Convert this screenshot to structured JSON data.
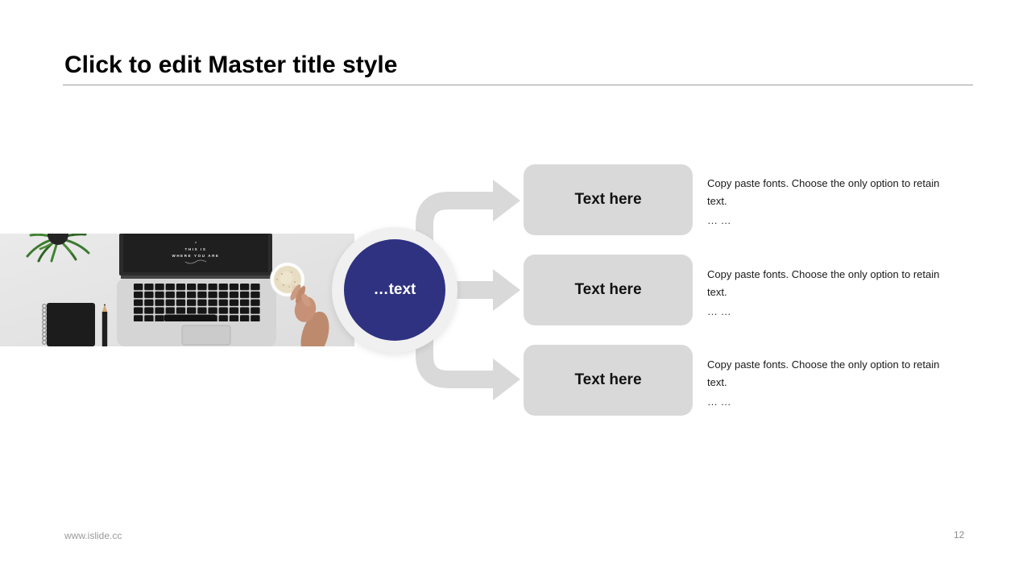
{
  "slide": {
    "title": "Click to edit Master title style",
    "footer_url": "www.islide.cc",
    "page_number": "12",
    "background": "#ffffff"
  },
  "colors": {
    "accent_blue": "#2f3280",
    "shape_gray": "#d9d9d9",
    "ring_white": "#f0f0f0",
    "title_rule_gray": "#9c9c9c",
    "footer_gray": "#9a9a9a",
    "desk_gray": "#e4e4e4"
  },
  "diagram": {
    "hub_label": "…text",
    "items": [
      {
        "label": "Text here",
        "description": "Copy paste fonts. Choose the only option to retain text.",
        "ellipsis": "… …"
      },
      {
        "label": "Text here",
        "description": "Copy paste fonts. Choose the only option to retain text.",
        "ellipsis": "… …"
      },
      {
        "label": "Text here",
        "description": "Copy paste fonts. Choose the only option to retain text.",
        "ellipsis": "… …"
      }
    ]
  },
  "photo": {
    "laptop_screen_text_line1": "THIS IS",
    "laptop_screen_text_line2": "WHERE YOU ARE"
  }
}
